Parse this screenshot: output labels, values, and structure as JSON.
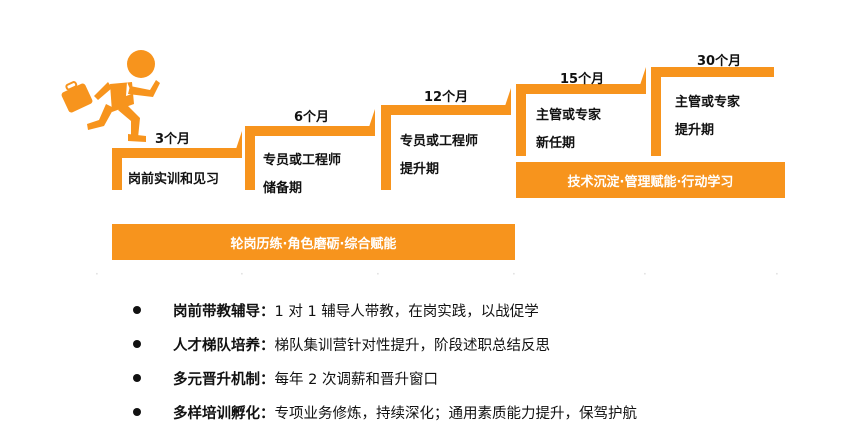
{
  "colors": {
    "accent": "#f7941d",
    "text": "#111111",
    "bar_text": "#ffffff"
  },
  "icon": "running-businessman-icon",
  "steps": [
    {
      "month": "3个月",
      "stage_lines": [
        "岗前实训和见习"
      ]
    },
    {
      "month": "6个月",
      "stage_lines": [
        "专员或工程师",
        "储备期"
      ]
    },
    {
      "month": "12个月",
      "stage_lines": [
        "专员或工程师",
        "提升期"
      ]
    },
    {
      "month": "15个月",
      "stage_lines": [
        "主管或专家",
        "新任期"
      ]
    },
    {
      "month": "30个月",
      "stage_lines": [
        "主管或专家",
        "提升期"
      ]
    }
  ],
  "bars": {
    "lower": "轮岗历练·角色磨砺·综合赋能",
    "upper": "技术沉淀·管理赋能·行动学习"
  },
  "bullets": [
    {
      "head": "岗前带教辅导：",
      "text": "1 对 1 辅导人带教，在岗实践，以战促学"
    },
    {
      "head": "人才梯队培养：",
      "text": "梯队集训营针对性提升，阶段述职总结反思"
    },
    {
      "head": "多元晋升机制：",
      "text": "每年 2 次调薪和晋升窗口"
    },
    {
      "head": "多样培训孵化：",
      "text": "专项业务修炼，持续深化；通用素质能力提升，保驾护航"
    }
  ]
}
